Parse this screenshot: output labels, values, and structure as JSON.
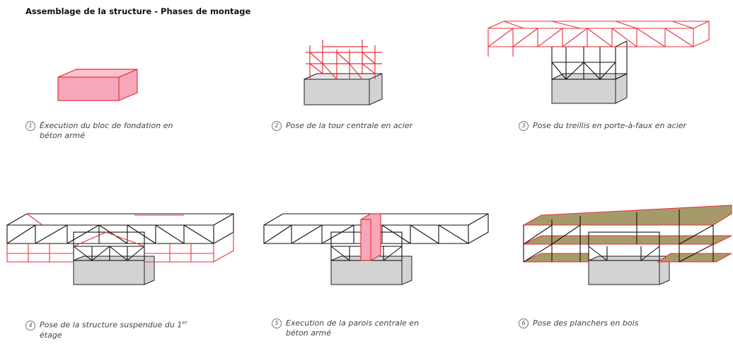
{
  "title": "Assemblage de la structure - Phases de montage",
  "steps": [
    {
      "num": "1",
      "line1": "Éxecution du bloc de fondation en",
      "line2": "béton armé"
    },
    {
      "num": "2",
      "line1": "Pose de la tour centrale en acier",
      "line2": ""
    },
    {
      "num": "3",
      "line1": "Pose du treillis en porte-à-faux en acier",
      "line2": ""
    },
    {
      "num": "4",
      "line1": "Pose de la structure suspendue du 1",
      "sup": "er",
      "line2": "étage"
    },
    {
      "num": "5",
      "line1": "Execution de la parois centrale en",
      "line2": "béton armé"
    },
    {
      "num": "6",
      "line1": "Pose des planchers en bois",
      "line2": ""
    }
  ],
  "colors": {
    "red": "#e8323c",
    "pink": "#f28ca0",
    "black": "#111111",
    "concrete": "#d0d0d0",
    "wood": "#a69a6a"
  }
}
